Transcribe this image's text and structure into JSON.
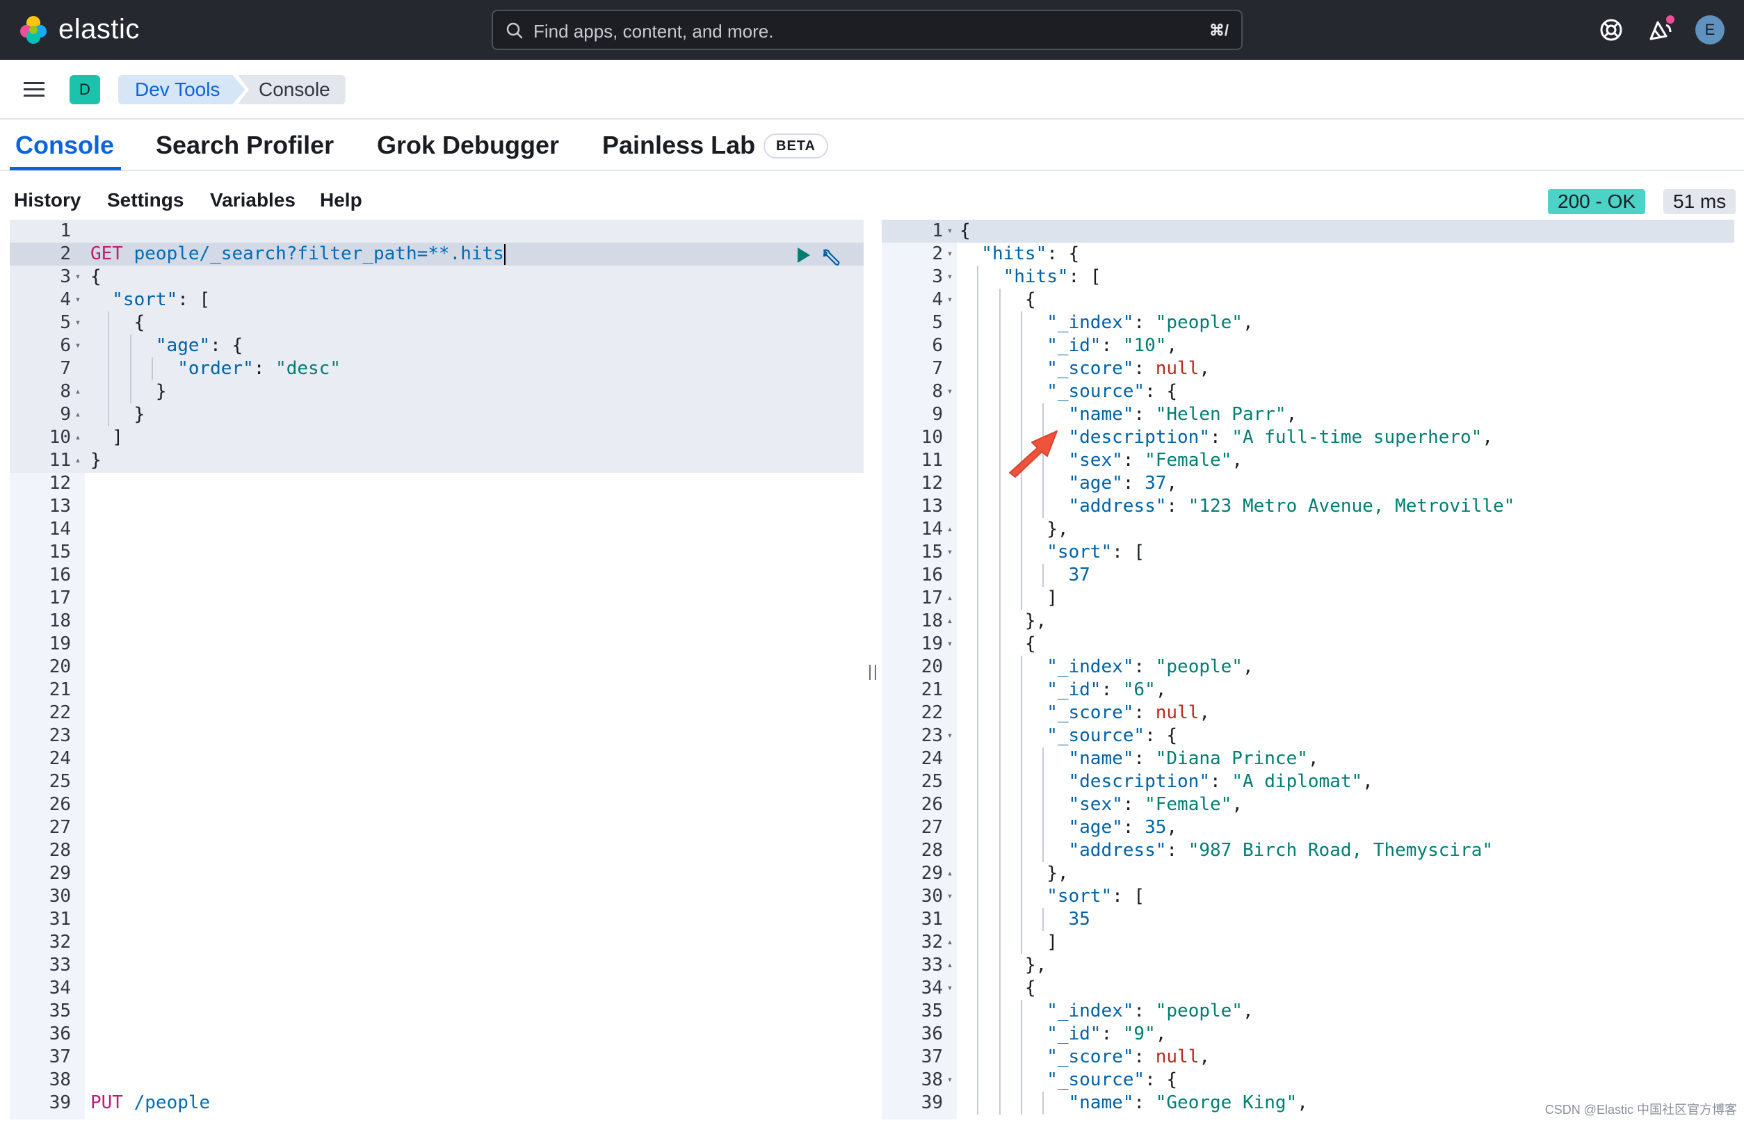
{
  "header": {
    "brand": "elastic",
    "search_placeholder": "Find apps, content, and more.",
    "search_shortcut": "⌘/",
    "avatar_initial": "E",
    "colors": {
      "background": "#25282f",
      "brand_yellow": "#fec514",
      "brand_teal": "#00bfb3",
      "brand_pink": "#f04e98",
      "brand_blue": "#1ba9f5"
    }
  },
  "breadcrumbs": {
    "space_initial": "D",
    "items": [
      "Dev Tools",
      "Console"
    ]
  },
  "tabs": {
    "items": [
      "Console",
      "Search Profiler",
      "Grok Debugger",
      "Painless Lab"
    ],
    "active": "Console",
    "beta_badge": "BETA"
  },
  "console_menu": {
    "items": [
      "History",
      "Settings",
      "Variables",
      "Help"
    ],
    "status": "200 - OK",
    "duration": "51 ms"
  },
  "request_editor": {
    "lines": [
      {
        "n": "1",
        "fold": "",
        "indent": 0,
        "tokens": []
      },
      {
        "n": "2",
        "fold": "",
        "indent": 0,
        "tokens": [
          [
            "verb",
            "GET"
          ],
          [
            "url",
            " people/_search?filter_path=**.hits"
          ]
        ]
      },
      {
        "n": "3",
        "fold": "▾",
        "indent": 0,
        "tokens": [
          [
            "pun",
            "{"
          ]
        ]
      },
      {
        "n": "4",
        "fold": "▾",
        "indent": 1,
        "tokens": [
          [
            "key",
            "\"sort\""
          ],
          [
            "pun",
            ": ["
          ]
        ]
      },
      {
        "n": "5",
        "fold": "▾",
        "indent": 2,
        "tokens": [
          [
            "pun",
            "{"
          ]
        ]
      },
      {
        "n": "6",
        "fold": "▾",
        "indent": 3,
        "tokens": [
          [
            "key",
            "\"age\""
          ],
          [
            "pun",
            ": {"
          ]
        ]
      },
      {
        "n": "7",
        "fold": "",
        "indent": 4,
        "tokens": [
          [
            "key",
            "\"order\""
          ],
          [
            "pun",
            ": "
          ],
          [
            "str",
            "\"desc\""
          ]
        ]
      },
      {
        "n": "8",
        "fold": "▴",
        "indent": 3,
        "tokens": [
          [
            "pun",
            "}"
          ]
        ]
      },
      {
        "n": "9",
        "fold": "▴",
        "indent": 2,
        "tokens": [
          [
            "pun",
            "}"
          ]
        ]
      },
      {
        "n": "10",
        "fold": "▴",
        "indent": 1,
        "tokens": [
          [
            "pun",
            "]"
          ]
        ]
      },
      {
        "n": "11",
        "fold": "▴",
        "indent": 0,
        "tokens": [
          [
            "pun",
            "}"
          ]
        ]
      },
      {
        "n": "12",
        "fold": "",
        "indent": 0,
        "tokens": []
      },
      {
        "n": "13",
        "fold": "",
        "indent": 0,
        "tokens": []
      },
      {
        "n": "14",
        "fold": "",
        "indent": 0,
        "tokens": []
      },
      {
        "n": "15",
        "fold": "",
        "indent": 0,
        "tokens": []
      },
      {
        "n": "16",
        "fold": "",
        "indent": 0,
        "tokens": []
      },
      {
        "n": "17",
        "fold": "",
        "indent": 0,
        "tokens": []
      },
      {
        "n": "18",
        "fold": "",
        "indent": 0,
        "tokens": []
      },
      {
        "n": "19",
        "fold": "",
        "indent": 0,
        "tokens": []
      },
      {
        "n": "20",
        "fold": "",
        "indent": 0,
        "tokens": []
      },
      {
        "n": "21",
        "fold": "",
        "indent": 0,
        "tokens": []
      },
      {
        "n": "22",
        "fold": "",
        "indent": 0,
        "tokens": []
      },
      {
        "n": "23",
        "fold": "",
        "indent": 0,
        "tokens": []
      },
      {
        "n": "24",
        "fold": "",
        "indent": 0,
        "tokens": []
      },
      {
        "n": "25",
        "fold": "",
        "indent": 0,
        "tokens": []
      },
      {
        "n": "26",
        "fold": "",
        "indent": 0,
        "tokens": []
      },
      {
        "n": "27",
        "fold": "",
        "indent": 0,
        "tokens": []
      },
      {
        "n": "28",
        "fold": "",
        "indent": 0,
        "tokens": []
      },
      {
        "n": "29",
        "fold": "",
        "indent": 0,
        "tokens": []
      },
      {
        "n": "30",
        "fold": "",
        "indent": 0,
        "tokens": []
      },
      {
        "n": "31",
        "fold": "",
        "indent": 0,
        "tokens": []
      },
      {
        "n": "32",
        "fold": "",
        "indent": 0,
        "tokens": []
      },
      {
        "n": "33",
        "fold": "",
        "indent": 0,
        "tokens": []
      },
      {
        "n": "34",
        "fold": "",
        "indent": 0,
        "tokens": []
      },
      {
        "n": "35",
        "fold": "",
        "indent": 0,
        "tokens": []
      },
      {
        "n": "36",
        "fold": "",
        "indent": 0,
        "tokens": []
      },
      {
        "n": "37",
        "fold": "",
        "indent": 0,
        "tokens": []
      },
      {
        "n": "38",
        "fold": "",
        "indent": 0,
        "tokens": []
      },
      {
        "n": "39",
        "fold": "",
        "indent": 0,
        "tokens": [
          [
            "verb",
            "PUT"
          ],
          [
            "url",
            " /people"
          ]
        ]
      }
    ]
  },
  "response_editor": {
    "lines": [
      {
        "n": "1",
        "fold": "▾",
        "indent": 0,
        "tokens": [
          [
            "pun",
            "{"
          ]
        ]
      },
      {
        "n": "2",
        "fold": "▾",
        "indent": 1,
        "tokens": [
          [
            "key",
            "\"hits\""
          ],
          [
            "pun",
            ": {"
          ]
        ]
      },
      {
        "n": "3",
        "fold": "▾",
        "indent": 2,
        "tokens": [
          [
            "key",
            "\"hits\""
          ],
          [
            "pun",
            ": ["
          ]
        ]
      },
      {
        "n": "4",
        "fold": "▾",
        "indent": 3,
        "tokens": [
          [
            "pun",
            "{"
          ]
        ]
      },
      {
        "n": "5",
        "fold": "",
        "indent": 4,
        "tokens": [
          [
            "key",
            "\"_index\""
          ],
          [
            "pun",
            ": "
          ],
          [
            "str",
            "\"people\""
          ],
          [
            "pun",
            ","
          ]
        ]
      },
      {
        "n": "6",
        "fold": "",
        "indent": 4,
        "tokens": [
          [
            "key",
            "\"_id\""
          ],
          [
            "pun",
            ": "
          ],
          [
            "str",
            "\"10\""
          ],
          [
            "pun",
            ","
          ]
        ]
      },
      {
        "n": "7",
        "fold": "",
        "indent": 4,
        "tokens": [
          [
            "key",
            "\"_score\""
          ],
          [
            "pun",
            ": "
          ],
          [
            "null",
            "null"
          ],
          [
            "pun",
            ","
          ]
        ]
      },
      {
        "n": "8",
        "fold": "▾",
        "indent": 4,
        "tokens": [
          [
            "key",
            "\"_source\""
          ],
          [
            "pun",
            ": {"
          ]
        ]
      },
      {
        "n": "9",
        "fold": "",
        "indent": 5,
        "tokens": [
          [
            "key",
            "\"name\""
          ],
          [
            "pun",
            ": "
          ],
          [
            "str",
            "\"Helen Parr\""
          ],
          [
            "pun",
            ","
          ]
        ]
      },
      {
        "n": "10",
        "fold": "",
        "indent": 5,
        "tokens": [
          [
            "key",
            "\"description\""
          ],
          [
            "pun",
            ": "
          ],
          [
            "str",
            "\"A full-time superhero\""
          ],
          [
            "pun",
            ","
          ]
        ]
      },
      {
        "n": "11",
        "fold": "",
        "indent": 5,
        "tokens": [
          [
            "key",
            "\"sex\""
          ],
          [
            "pun",
            ": "
          ],
          [
            "str",
            "\"Female\""
          ],
          [
            "pun",
            ","
          ]
        ]
      },
      {
        "n": "12",
        "fold": "",
        "indent": 5,
        "tokens": [
          [
            "key",
            "\"age\""
          ],
          [
            "pun",
            ": "
          ],
          [
            "num",
            "37"
          ],
          [
            "pun",
            ","
          ]
        ]
      },
      {
        "n": "13",
        "fold": "",
        "indent": 5,
        "tokens": [
          [
            "key",
            "\"address\""
          ],
          [
            "pun",
            ": "
          ],
          [
            "str",
            "\"123 Metro Avenue, Metroville\""
          ]
        ]
      },
      {
        "n": "14",
        "fold": "▴",
        "indent": 4,
        "tokens": [
          [
            "pun",
            "},"
          ]
        ]
      },
      {
        "n": "15",
        "fold": "▾",
        "indent": 4,
        "tokens": [
          [
            "key",
            "\"sort\""
          ],
          [
            "pun",
            ": ["
          ]
        ]
      },
      {
        "n": "16",
        "fold": "",
        "indent": 5,
        "tokens": [
          [
            "num",
            "37"
          ]
        ]
      },
      {
        "n": "17",
        "fold": "▴",
        "indent": 4,
        "tokens": [
          [
            "pun",
            "]"
          ]
        ]
      },
      {
        "n": "18",
        "fold": "▴",
        "indent": 3,
        "tokens": [
          [
            "pun",
            "},"
          ]
        ]
      },
      {
        "n": "19",
        "fold": "▾",
        "indent": 3,
        "tokens": [
          [
            "pun",
            "{"
          ]
        ]
      },
      {
        "n": "20",
        "fold": "",
        "indent": 4,
        "tokens": [
          [
            "key",
            "\"_index\""
          ],
          [
            "pun",
            ": "
          ],
          [
            "str",
            "\"people\""
          ],
          [
            "pun",
            ","
          ]
        ]
      },
      {
        "n": "21",
        "fold": "",
        "indent": 4,
        "tokens": [
          [
            "key",
            "\"_id\""
          ],
          [
            "pun",
            ": "
          ],
          [
            "str",
            "\"6\""
          ],
          [
            "pun",
            ","
          ]
        ]
      },
      {
        "n": "22",
        "fold": "",
        "indent": 4,
        "tokens": [
          [
            "key",
            "\"_score\""
          ],
          [
            "pun",
            ": "
          ],
          [
            "null",
            "null"
          ],
          [
            "pun",
            ","
          ]
        ]
      },
      {
        "n": "23",
        "fold": "▾",
        "indent": 4,
        "tokens": [
          [
            "key",
            "\"_source\""
          ],
          [
            "pun",
            ": {"
          ]
        ]
      },
      {
        "n": "24",
        "fold": "",
        "indent": 5,
        "tokens": [
          [
            "key",
            "\"name\""
          ],
          [
            "pun",
            ": "
          ],
          [
            "str",
            "\"Diana Prince\""
          ],
          [
            "pun",
            ","
          ]
        ]
      },
      {
        "n": "25",
        "fold": "",
        "indent": 5,
        "tokens": [
          [
            "key",
            "\"description\""
          ],
          [
            "pun",
            ": "
          ],
          [
            "str",
            "\"A diplomat\""
          ],
          [
            "pun",
            ","
          ]
        ]
      },
      {
        "n": "26",
        "fold": "",
        "indent": 5,
        "tokens": [
          [
            "key",
            "\"sex\""
          ],
          [
            "pun",
            ": "
          ],
          [
            "str",
            "\"Female\""
          ],
          [
            "pun",
            ","
          ]
        ]
      },
      {
        "n": "27",
        "fold": "",
        "indent": 5,
        "tokens": [
          [
            "key",
            "\"age\""
          ],
          [
            "pun",
            ": "
          ],
          [
            "num",
            "35"
          ],
          [
            "pun",
            ","
          ]
        ]
      },
      {
        "n": "28",
        "fold": "",
        "indent": 5,
        "tokens": [
          [
            "key",
            "\"address\""
          ],
          [
            "pun",
            ": "
          ],
          [
            "str",
            "\"987 Birch Road, Themyscira\""
          ]
        ]
      },
      {
        "n": "29",
        "fold": "▴",
        "indent": 4,
        "tokens": [
          [
            "pun",
            "},"
          ]
        ]
      },
      {
        "n": "30",
        "fold": "▾",
        "indent": 4,
        "tokens": [
          [
            "key",
            "\"sort\""
          ],
          [
            "pun",
            ": ["
          ]
        ]
      },
      {
        "n": "31",
        "fold": "",
        "indent": 5,
        "tokens": [
          [
            "num",
            "35"
          ]
        ]
      },
      {
        "n": "32",
        "fold": "▴",
        "indent": 4,
        "tokens": [
          [
            "pun",
            "]"
          ]
        ]
      },
      {
        "n": "33",
        "fold": "▴",
        "indent": 3,
        "tokens": [
          [
            "pun",
            "},"
          ]
        ]
      },
      {
        "n": "34",
        "fold": "▾",
        "indent": 3,
        "tokens": [
          [
            "pun",
            "{"
          ]
        ]
      },
      {
        "n": "35",
        "fold": "",
        "indent": 4,
        "tokens": [
          [
            "key",
            "\"_index\""
          ],
          [
            "pun",
            ": "
          ],
          [
            "str",
            "\"people\""
          ],
          [
            "pun",
            ","
          ]
        ]
      },
      {
        "n": "36",
        "fold": "",
        "indent": 4,
        "tokens": [
          [
            "key",
            "\"_id\""
          ],
          [
            "pun",
            ": "
          ],
          [
            "str",
            "\"9\""
          ],
          [
            "pun",
            ","
          ]
        ]
      },
      {
        "n": "37",
        "fold": "",
        "indent": 4,
        "tokens": [
          [
            "key",
            "\"_score\""
          ],
          [
            "pun",
            ": "
          ],
          [
            "null",
            "null"
          ],
          [
            "pun",
            ","
          ]
        ]
      },
      {
        "n": "38",
        "fold": "▾",
        "indent": 4,
        "tokens": [
          [
            "key",
            "\"_source\""
          ],
          [
            "pun",
            ": {"
          ]
        ]
      },
      {
        "n": "39",
        "fold": "",
        "indent": 5,
        "tokens": [
          [
            "key",
            "\"name\""
          ],
          [
            "pun",
            ": "
          ],
          [
            "str",
            "\"George King\""
          ],
          [
            "pun",
            ","
          ]
        ]
      }
    ]
  },
  "watermark": "CSDN @Elastic 中国社区官方博客"
}
